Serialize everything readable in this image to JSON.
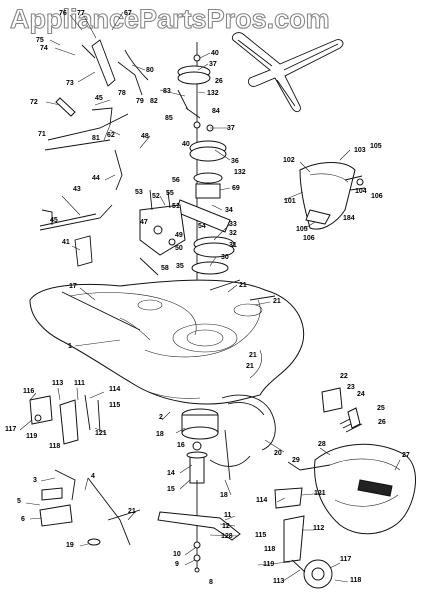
{
  "watermark": "AppliancePartsPros.com",
  "callouts": [
    {
      "id": "c76",
      "text": "76"
    },
    {
      "id": "c77",
      "text": "77"
    },
    {
      "id": "c67",
      "text": "67"
    },
    {
      "id": "c75",
      "text": "75"
    },
    {
      "id": "c74",
      "text": "74"
    },
    {
      "id": "c40",
      "text": "40"
    },
    {
      "id": "c37a",
      "text": "37"
    },
    {
      "id": "c80",
      "text": "80"
    },
    {
      "id": "c73",
      "text": "73"
    },
    {
      "id": "c26",
      "text": "26"
    },
    {
      "id": "c78",
      "text": "78"
    },
    {
      "id": "c83",
      "text": "83"
    },
    {
      "id": "c132a",
      "text": "132"
    },
    {
      "id": "c79",
      "text": "79"
    },
    {
      "id": "c82",
      "text": "82"
    },
    {
      "id": "c72",
      "text": "72"
    },
    {
      "id": "c45a",
      "text": "45"
    },
    {
      "id": "c84",
      "text": "84"
    },
    {
      "id": "c85",
      "text": "85"
    },
    {
      "id": "c37b",
      "text": "37"
    },
    {
      "id": "c81",
      "text": "81"
    },
    {
      "id": "c62",
      "text": "62"
    },
    {
      "id": "c71",
      "text": "71"
    },
    {
      "id": "c48",
      "text": "48"
    },
    {
      "id": "c40b",
      "text": "40"
    },
    {
      "id": "c36",
      "text": "36"
    },
    {
      "id": "c103",
      "text": "103"
    },
    {
      "id": "c105a",
      "text": "105"
    },
    {
      "id": "c102",
      "text": "102"
    },
    {
      "id": "c132b",
      "text": "132"
    },
    {
      "id": "c44",
      "text": "44"
    },
    {
      "id": "c56",
      "text": "56"
    },
    {
      "id": "c69",
      "text": "69"
    },
    {
      "id": "c55",
      "text": "55"
    },
    {
      "id": "c104",
      "text": "104"
    },
    {
      "id": "c106a",
      "text": "106"
    },
    {
      "id": "c101",
      "text": "101"
    },
    {
      "id": "c43",
      "text": "43"
    },
    {
      "id": "c53",
      "text": "53"
    },
    {
      "id": "c52",
      "text": "52"
    },
    {
      "id": "c51",
      "text": "51"
    },
    {
      "id": "c34",
      "text": "34"
    },
    {
      "id": "c184",
      "text": "184"
    },
    {
      "id": "c47",
      "text": "47"
    },
    {
      "id": "c33",
      "text": "33"
    },
    {
      "id": "c54",
      "text": "54"
    },
    {
      "id": "c105b",
      "text": "105"
    },
    {
      "id": "c45b",
      "text": "45"
    },
    {
      "id": "c49",
      "text": "49"
    },
    {
      "id": "c32",
      "text": "32"
    },
    {
      "id": "c106b",
      "text": "106"
    },
    {
      "id": "c41",
      "text": "41"
    },
    {
      "id": "c50",
      "text": "50"
    },
    {
      "id": "c31",
      "text": "31"
    },
    {
      "id": "c30",
      "text": "30"
    },
    {
      "id": "c58",
      "text": "58"
    },
    {
      "id": "c35",
      "text": "35"
    },
    {
      "id": "c17",
      "text": "17"
    },
    {
      "id": "c21a",
      "text": "21"
    },
    {
      "id": "c21b",
      "text": "21"
    },
    {
      "id": "c21c",
      "text": "21"
    },
    {
      "id": "c1",
      "text": "1"
    },
    {
      "id": "c21d",
      "text": "21"
    },
    {
      "id": "c22",
      "text": "22"
    },
    {
      "id": "c116a",
      "text": "116"
    },
    {
      "id": "c113a",
      "text": "113"
    },
    {
      "id": "c111",
      "text": "111"
    },
    {
      "id": "c114a",
      "text": "114"
    },
    {
      "id": "c23",
      "text": "23"
    },
    {
      "id": "c24",
      "text": "24"
    },
    {
      "id": "c115a",
      "text": "115"
    },
    {
      "id": "c117a",
      "text": "117"
    },
    {
      "id": "c119a",
      "text": "119"
    },
    {
      "id": "c121a",
      "text": "121"
    },
    {
      "id": "c2",
      "text": "2"
    },
    {
      "id": "c25",
      "text": "25"
    },
    {
      "id": "c26b",
      "text": "26"
    },
    {
      "id": "c118a",
      "text": "118"
    },
    {
      "id": "c18a",
      "text": "18"
    },
    {
      "id": "c16",
      "text": "16"
    },
    {
      "id": "c20",
      "text": "20"
    },
    {
      "id": "c28",
      "text": "28"
    },
    {
      "id": "c27",
      "text": "27"
    },
    {
      "id": "c29",
      "text": "29"
    },
    {
      "id": "c3",
      "text": "3"
    },
    {
      "id": "c4",
      "text": "4"
    },
    {
      "id": "c14",
      "text": "14"
    },
    {
      "id": "c15",
      "text": "15"
    },
    {
      "id": "c18b",
      "text": "18"
    },
    {
      "id": "c114b",
      "text": "114"
    },
    {
      "id": "c121b",
      "text": "121"
    },
    {
      "id": "c5",
      "text": "5"
    },
    {
      "id": "c6",
      "text": "6"
    },
    {
      "id": "c21e",
      "text": "21"
    },
    {
      "id": "c112",
      "text": "112"
    },
    {
      "id": "c11",
      "text": "11"
    },
    {
      "id": "c12",
      "text": "12"
    },
    {
      "id": "c128",
      "text": "128"
    },
    {
      "id": "c115b",
      "text": "115"
    },
    {
      "id": "c118b",
      "text": "118"
    },
    {
      "id": "c19",
      "text": "19"
    },
    {
      "id": "c10",
      "text": "10"
    },
    {
      "id": "c9",
      "text": "9"
    },
    {
      "id": "c8",
      "text": "8"
    },
    {
      "id": "c119b",
      "text": "119"
    },
    {
      "id": "c117b",
      "text": "117"
    },
    {
      "id": "c113b",
      "text": "113"
    },
    {
      "id": "c118c",
      "text": "118"
    }
  ]
}
